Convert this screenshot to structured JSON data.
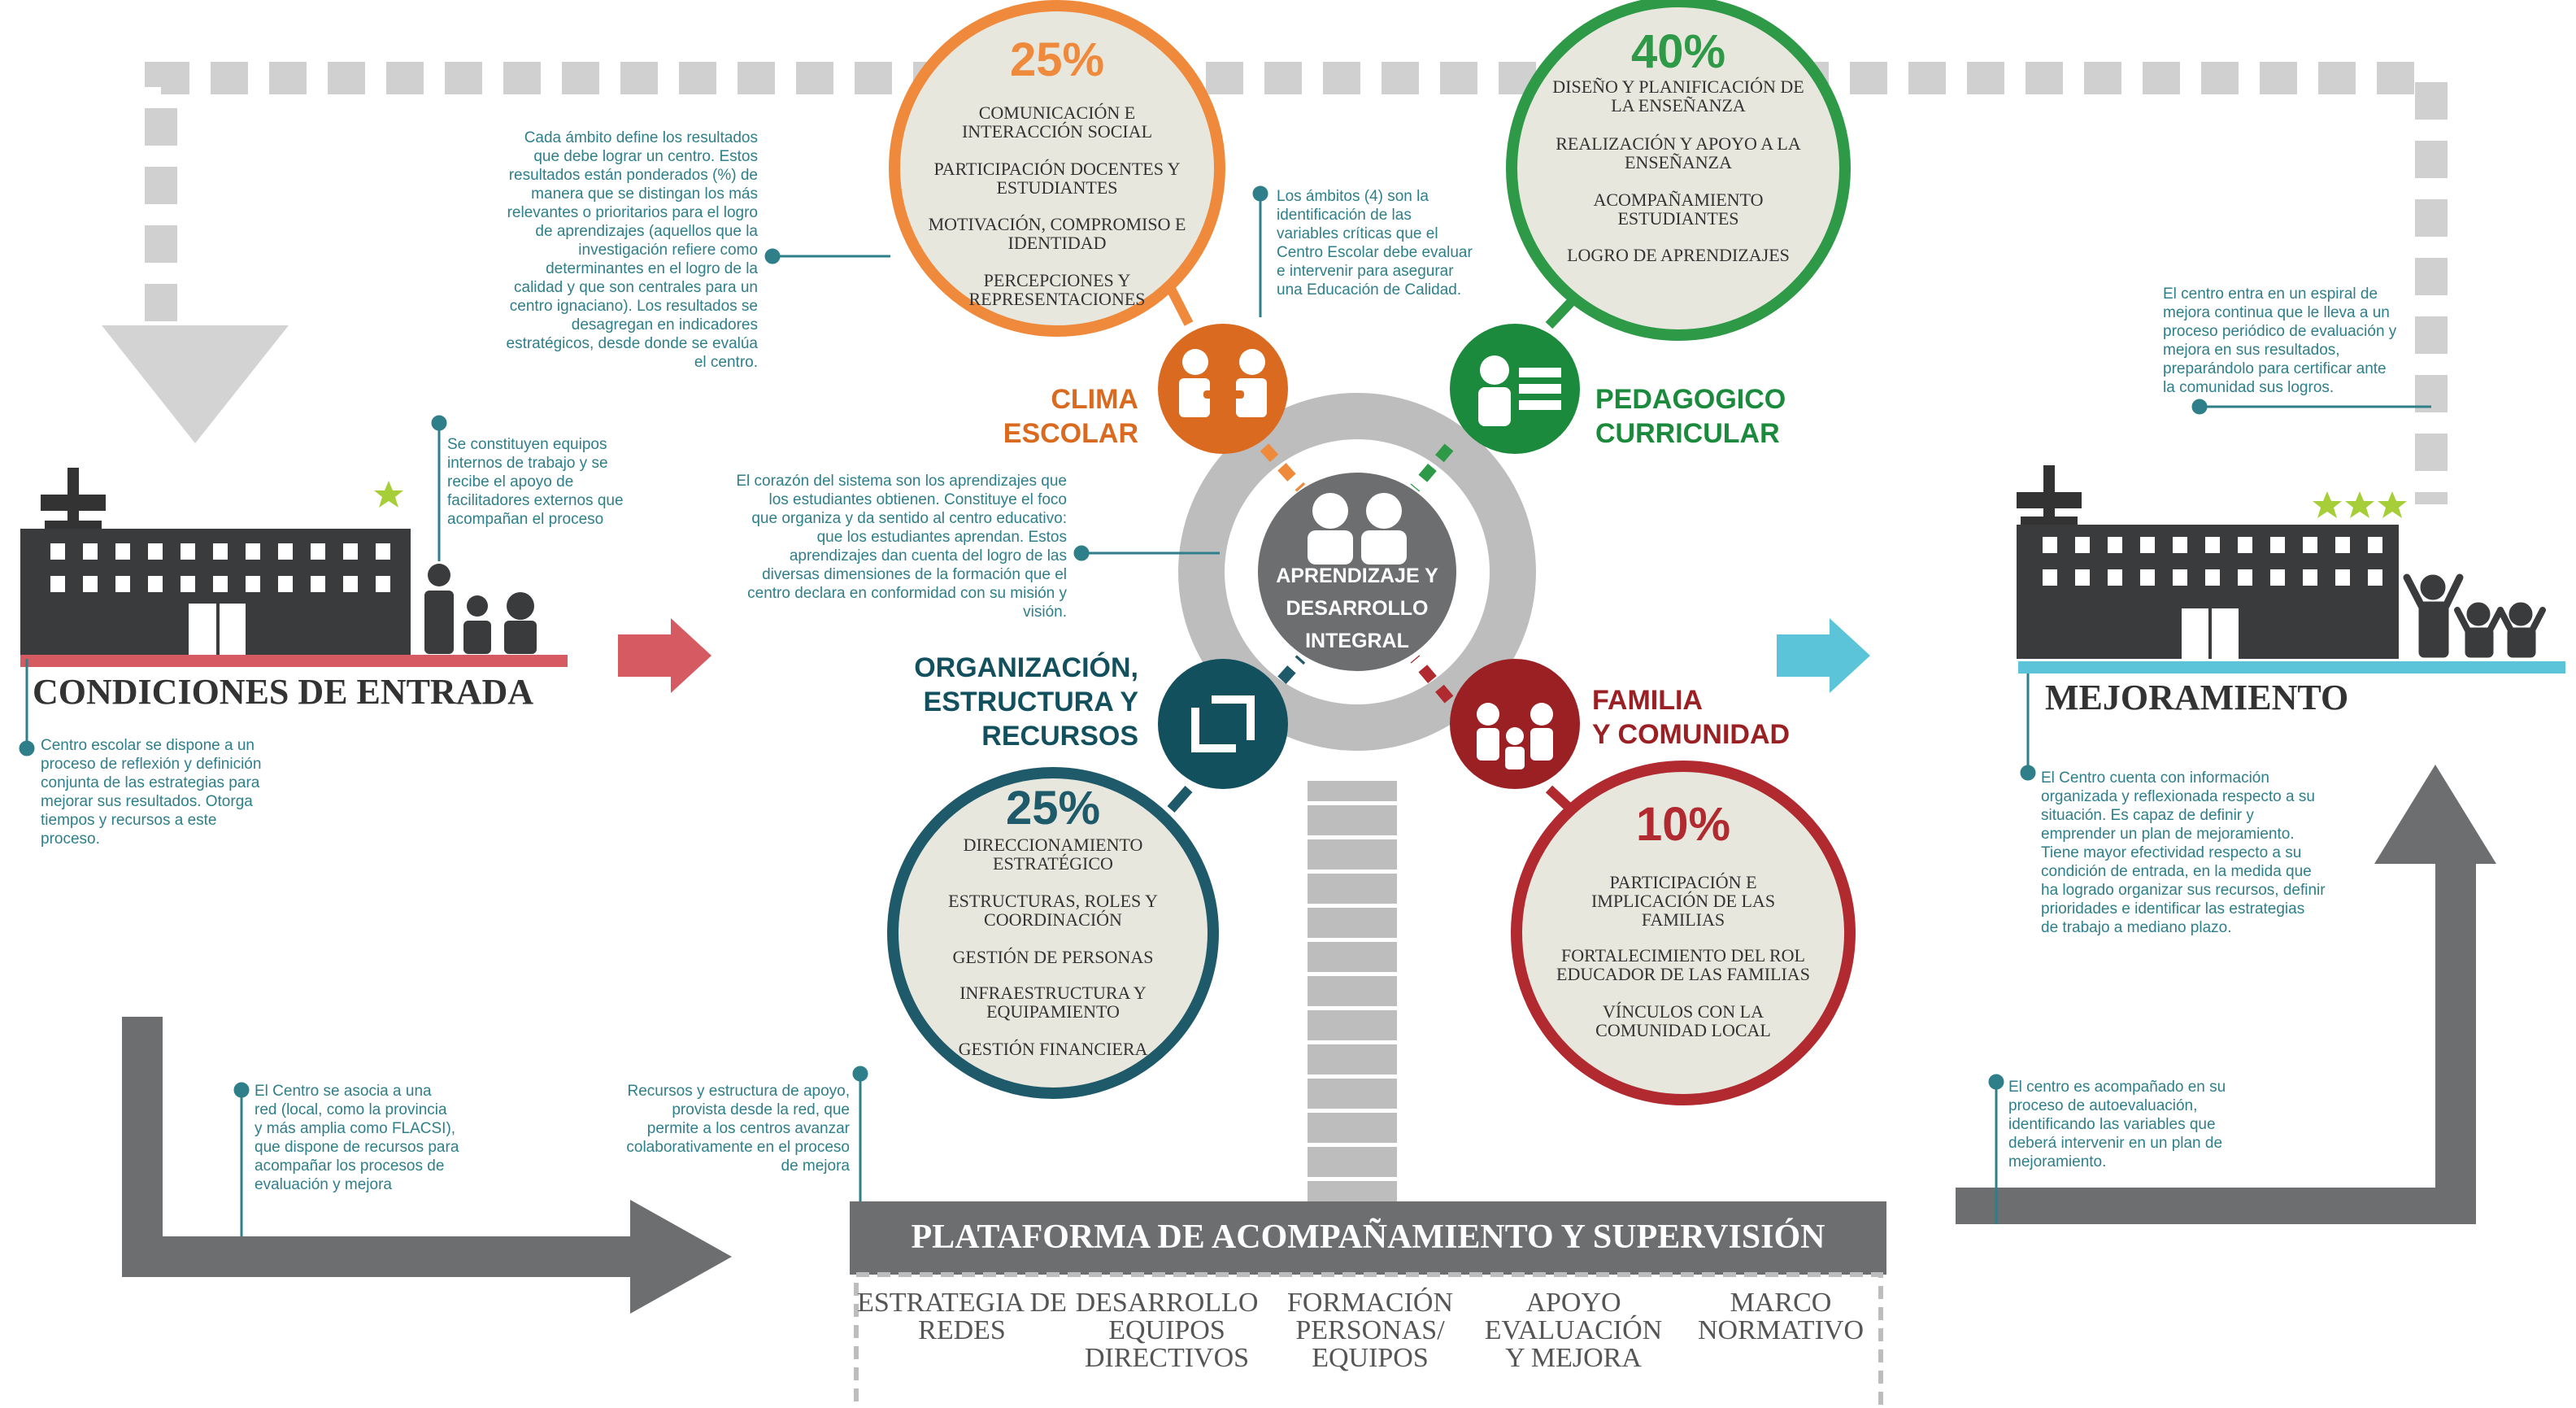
{
  "entry": {
    "title": "CONDICIONES DE ENTRADA",
    "note_teams": "Se constituyen equipos\ninternos de trabajo y  se\nrecibe  el apoyo de\nfacilitadores externos que\nacompañan el proceso",
    "note_reflect": "Centro escolar se dispone a un\nproceso de reflexión y  definición\nconjunta de las estrategias  para\nmejorar sus resultados.  Otorga\ntiempos y recursos a este\nproceso.",
    "note_network": "El Centro se  asocia a una\nred (local, como la provincia\ny más  amplia como FLACSI),\nque dispone de recursos para\nacompañar los procesos de\nevaluación y mejora"
  },
  "notes": {
    "ambito": "Cada ámbito define los resultados\nque debe lograr un centro.  Estos\nresultados están ponderados (%) de\nmanera  que  se  distingan los más\nrelevantes o prioritarios para el logro\nde aprendizajes  (aquellos que la\ninvestigación refiere como\ndeterminantes en el logro de la\ncalidad  y que son centrales  para un\ncentro ignaciano).  Los resultados se\ndesagregan  en  indicadores\nestratégicos,  desde donde se evalúa\nel centro.",
    "ambitos4": "Los ámbitos (4) son la\nidentificación de las\nvariables críticas que el\nCentro Escolar debe  evaluar\ne intervenir para  asegurar\nuna Educación de Calidad.",
    "corazon": "El corazón del sistema son los aprendizajes  que\nlos  estudiantes obtienen.  Constituye  el foco\nque organiza y da sentido al centro educativo:\nque los estudiantes aprendan.  Estos\naprendizajes  dan cuenta del logro de las\ndiversas dimensiones de la formación que el\ncentro  declara en conformidad con su misión y\nvisión.",
    "recursos": "Recursos y estructura de apoyo,\nprovista desde la red, que\npermite a los  centros avanzar\ncolaborativamente en el proceso\nde mejora"
  },
  "circles": {
    "clima": {
      "percent": "25%",
      "label": "CLIMA\nESCOLAR",
      "color": "#ef8a3c",
      "items": [
        "COMUNICACIÓN E\nINTERACCIÓN SOCIAL",
        "PARTICIPACIÓN DOCENTES Y\nESTUDIANTES",
        "MOTIVACIÓN, COMPROMISO E\nIDENTIDAD",
        "PERCEPCIONES Y\nREPRESENTACIONES"
      ]
    },
    "pedagogico": {
      "percent": "40%",
      "label": "PEDAGOGICO\nCURRICULAR",
      "color": "#2e9a47",
      "items": [
        "DISEÑO Y PLANIFICACIÓN DE\nLA ENSEÑANZA",
        "REALIZACIÓN Y APOYO A LA\nENSEÑANZA",
        "ACOMPAÑAMIENTO\nESTUDIANTES",
        "LOGRO DE APRENDIZAJES"
      ]
    },
    "organizacion": {
      "percent": "25%",
      "label": "ORGANIZACIÓN,\nESTRUCTURA Y\nRECURSOS",
      "color": "#1f5a6b",
      "items": [
        "DIRECCIONAMIENTO\nESTRATÉGICO",
        "ESTRUCTURAS, ROLES Y\nCOORDINACIÓN",
        "GESTIÓN DE PERSONAS",
        "INFRAESTRUCTURA Y\nEQUIPAMIENTO",
        "GESTIÓN FINANCIERA"
      ]
    },
    "familia": {
      "percent": "10%",
      "label": "FAMILIA\nY COMUNIDAD",
      "color": "#b02a30",
      "items": [
        "PARTICIPACIÓN E\nIMPLICACIÓN DE LAS\nFAMILIAS",
        "FORTALECIMIENTO DEL ROL\nEDUCADOR DE LAS FAMILIAS",
        "VÍNCULOS CON LA\nCOMUNIDAD LOCAL"
      ]
    }
  },
  "center": {
    "label": "APRENDIZAJE Y\nDESARROLLO\nINTEGRAL"
  },
  "improve": {
    "title": "MEJORAMIENTO",
    "note_spiral": "El centro entra en un espiral de\nmejora continua que le lleva a un\nproceso periódico de evaluación y\nmejora en sus resultados,\npreparándolo para certificar ante\nla comunidad sus logros.",
    "note_info": "El Centro cuenta con información\norganizada  y reflexionada respecto a su\nsituación. Es capaz de  definir  y\nemprender un plan de mejoramiento.\nTiene mayor efectividad respecto a su\ncondición de entrada, en la medida que\nha logrado organizar sus recursos, definir\nprioridades e identificar las estrategias\nde trabajo a mediano plazo.",
    "note_self": "El centro es acompañado en su\nproceso de autoevaluación,\nidentificando las variables  que\ndeberá intervenir  en un plan de\nmejoramiento."
  },
  "platform": {
    "title": "PLATAFORMA DE ACOMPAÑAMIENTO Y SUPERVISIÓN",
    "items": [
      "ESTRATEGIA DE\nREDES",
      "DESARROLLO\nEQUIPOS\nDIRECTIVOS",
      "FORMACIÓN\nPERSONAS/\nEQUIPOS",
      "APOYO\nEVALUACIÓN\nY MEJORA",
      "MARCO\nNORMATIVO"
    ]
  },
  "colors": {
    "teal": "#2e7f8a",
    "gray": "#6d6e70",
    "dark": "#333333",
    "red_bar": "#d65a61",
    "cyan_bar": "#5bc4d9",
    "star": "#a6ce39"
  }
}
